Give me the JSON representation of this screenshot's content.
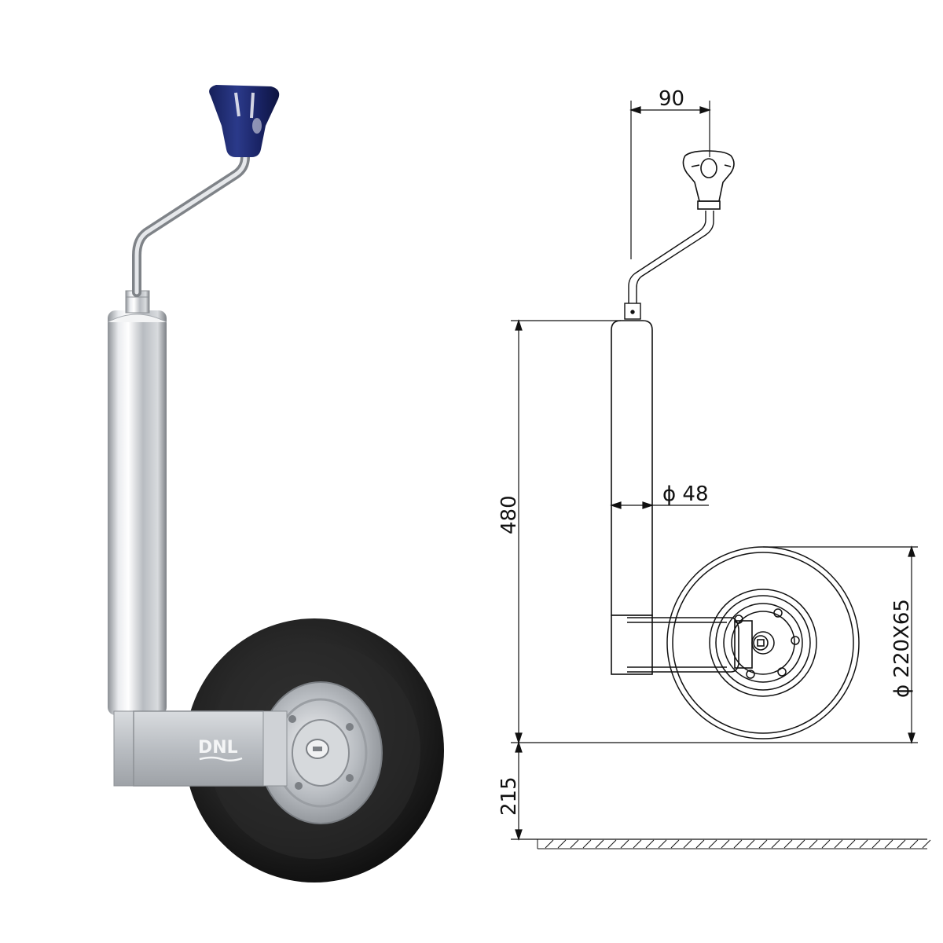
{
  "photo": {
    "brand_logo": "DNL"
  },
  "drawing": {
    "dim_handle_offset": "90",
    "dim_tube_diameter": "ϕ 48",
    "dim_height": "480",
    "dim_wheel": "ϕ 220X65",
    "dim_ground_clearance": "215"
  },
  "colors": {
    "knob_blue": "#1f2a6e",
    "tyre_black": "#1a1a1a",
    "steel": "#c9ccd0",
    "line": "#111111"
  }
}
